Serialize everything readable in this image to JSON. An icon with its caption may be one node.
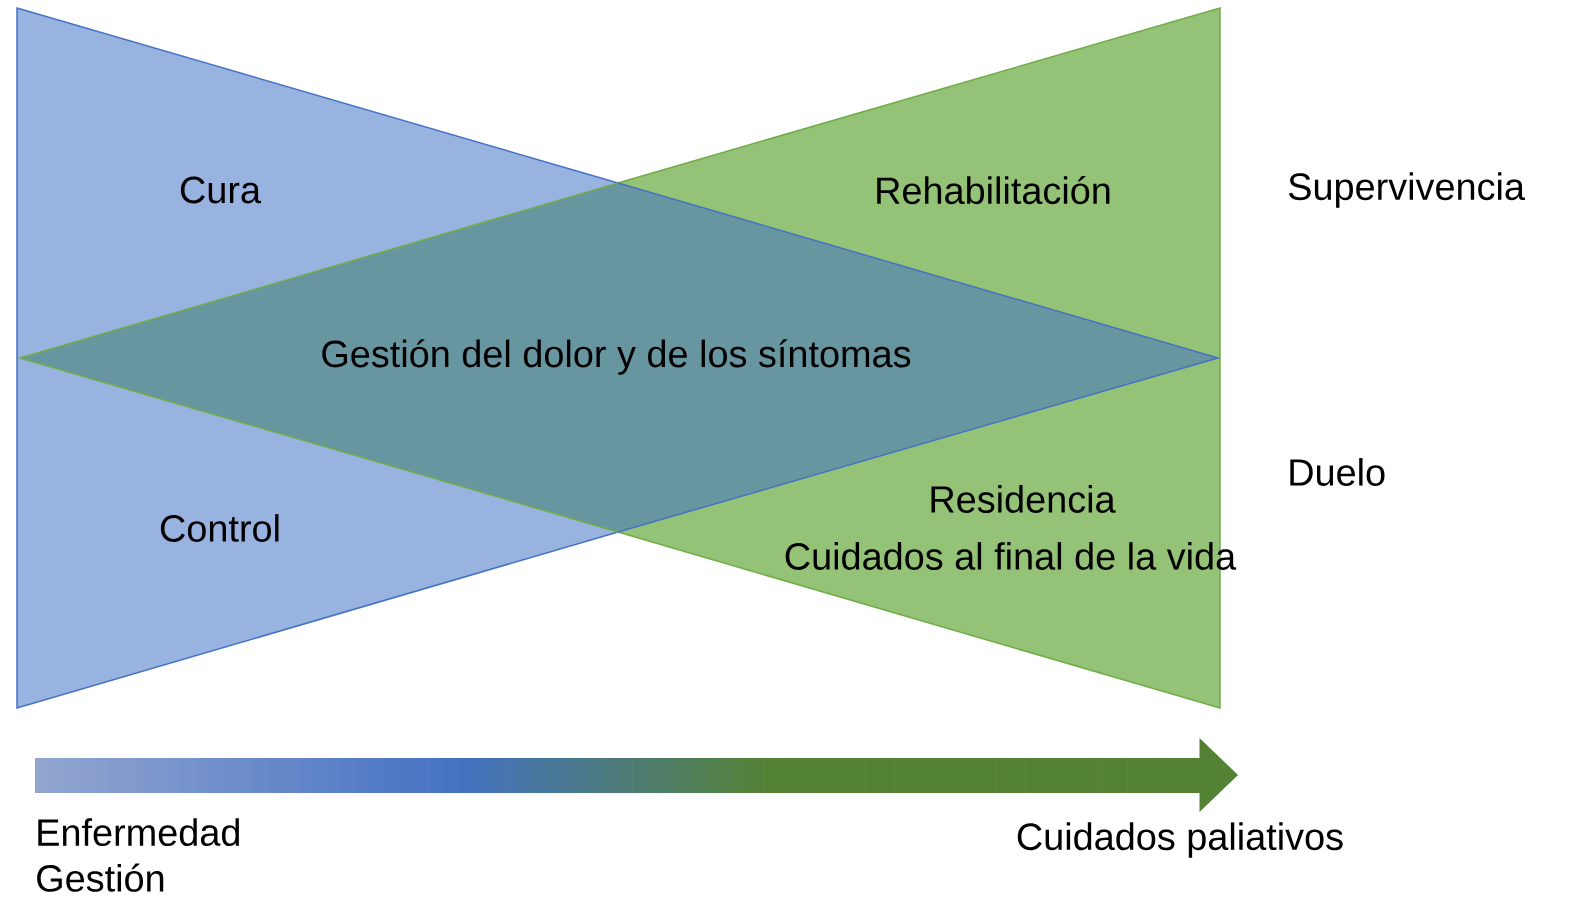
{
  "diagram": {
    "nodes": [
      {
        "text": [
          "Cura",
          "Control"
        ]
      },
      {
        "text": [
          "Rehabilitación",
          "Residencia",
          "Cuidados al final de la vida"
        ]
      },
      {
        "text": [
          "Gestión del dolor y de los síntomas"
        ]
      }
    ],
    "labels": [
      "Supervivencia",
      "Duelo",
      "Enfermedad Gestión",
      "Cuidados paliativos"
    ]
  }
}
